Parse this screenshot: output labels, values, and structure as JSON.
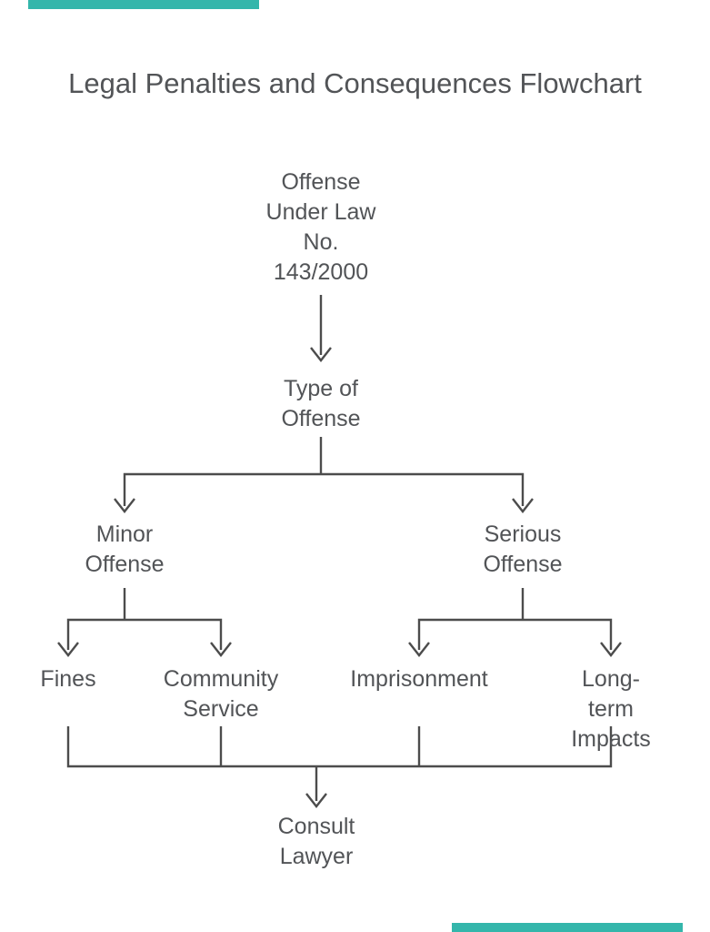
{
  "title": "Legal Penalties and Consequences Flowchart",
  "colors": {
    "accent": "#34b6ab",
    "line": "#4c4c4c",
    "text": "#525457",
    "background": "#ffffff"
  },
  "flowchart": {
    "nodes": [
      {
        "id": "root",
        "label": "Offense\nUnder Law\nNo.\n143/2000"
      },
      {
        "id": "type",
        "label": "Type of\nOffense"
      },
      {
        "id": "minor",
        "label": "Minor\nOffense"
      },
      {
        "id": "serious",
        "label": "Serious\nOffense"
      },
      {
        "id": "fines",
        "label": "Fines"
      },
      {
        "id": "community",
        "label": "Community\nService"
      },
      {
        "id": "imprisonment",
        "label": "Imprisonment"
      },
      {
        "id": "longterm",
        "label": "Long-term\nImpacts"
      },
      {
        "id": "consult",
        "label": "Consult\nLawyer"
      }
    ],
    "edges": [
      [
        "root",
        "type"
      ],
      [
        "type",
        "minor"
      ],
      [
        "type",
        "serious"
      ],
      [
        "minor",
        "fines"
      ],
      [
        "minor",
        "community"
      ],
      [
        "serious",
        "imprisonment"
      ],
      [
        "serious",
        "longterm"
      ],
      [
        "fines",
        "consult"
      ],
      [
        "community",
        "consult"
      ],
      [
        "imprisonment",
        "consult"
      ],
      [
        "longterm",
        "consult"
      ]
    ]
  }
}
